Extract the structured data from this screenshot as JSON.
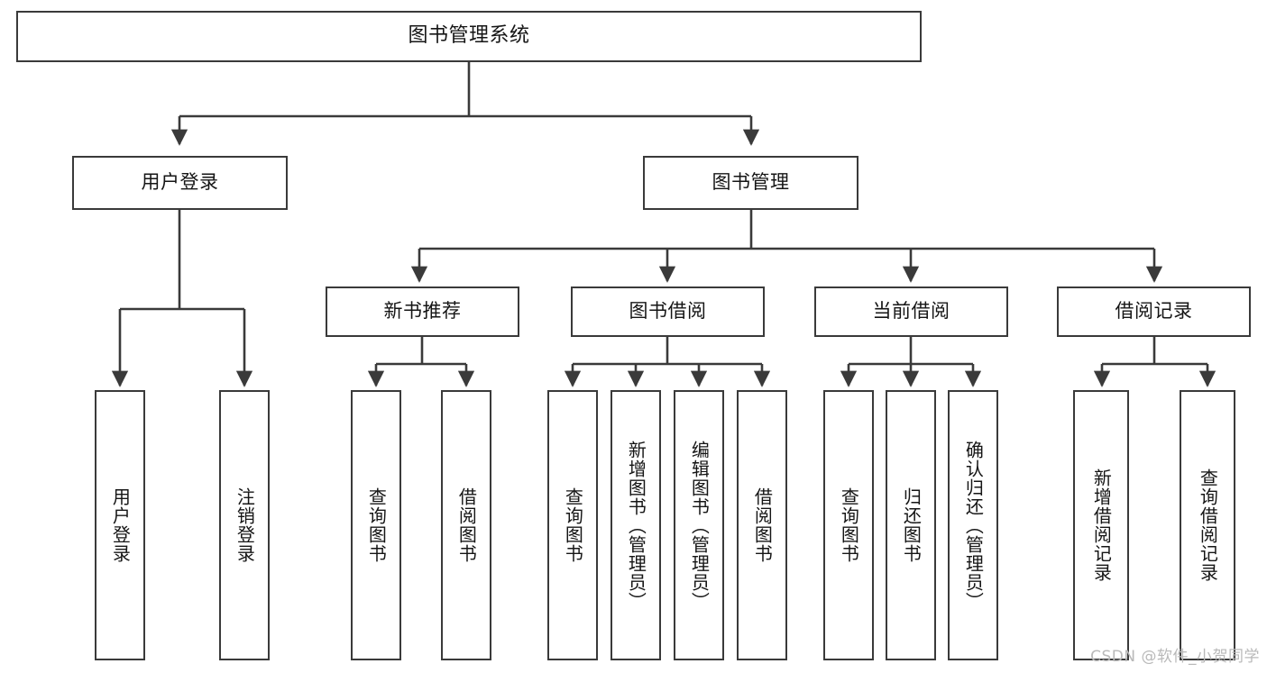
{
  "diagram": {
    "title": "图书管理系统",
    "type": "tree",
    "watermark": "CSDN @软件_小贺同学",
    "colors": {
      "box_border": "#3a3a3a",
      "box_fill": "#ffffff",
      "edge": "#3a3a3a",
      "text": "#151515",
      "watermark": "#b9b9b9"
    },
    "nodes": {
      "root": {
        "label": "图书管理系统"
      },
      "level2": [
        {
          "label": "用户登录"
        },
        {
          "label": "图书管理"
        }
      ],
      "level3": [
        {
          "label": "新书推荐"
        },
        {
          "label": "图书借阅"
        },
        {
          "label": "当前借阅"
        },
        {
          "label": "借阅记录"
        }
      ],
      "leaves_user_login": [
        {
          "label": "用户登录"
        },
        {
          "label": "注销登录"
        }
      ],
      "leaves_new_book": [
        {
          "label": "查询图书"
        },
        {
          "label": "借阅图书"
        }
      ],
      "leaves_borrow": [
        {
          "label": "查询图书"
        },
        {
          "label": "新增图书（管理员）"
        },
        {
          "label": "编辑图书（管理员）"
        },
        {
          "label": "借阅图书"
        }
      ],
      "leaves_current": [
        {
          "label": "查询图书"
        },
        {
          "label": "归还图书"
        },
        {
          "label": "确认归还（管理员）"
        }
      ],
      "leaves_record": [
        {
          "label": "新增借阅记录"
        },
        {
          "label": "查询借阅记录"
        }
      ]
    }
  }
}
